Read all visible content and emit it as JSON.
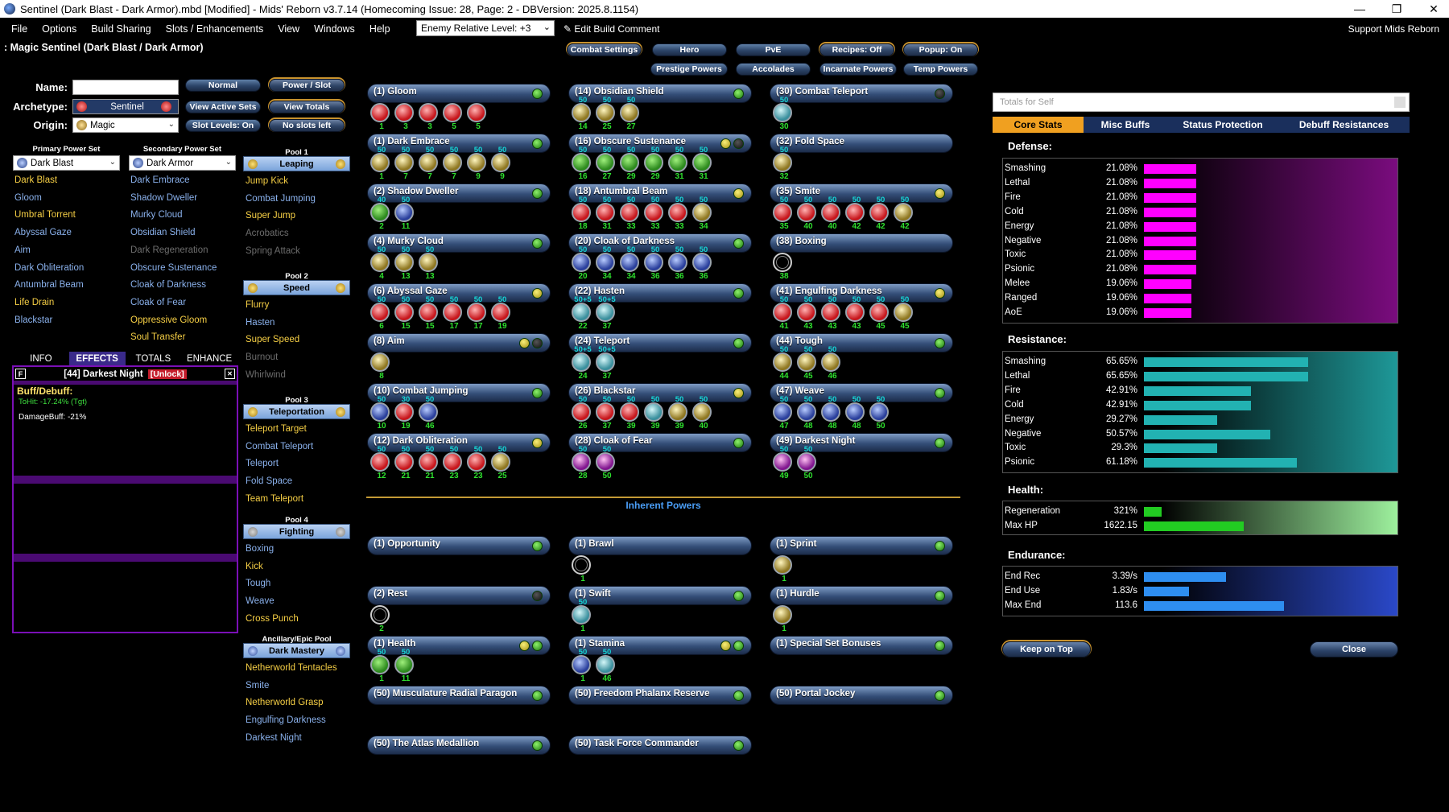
{
  "window": {
    "title": "Sentinel (Dark Blast - Dark Armor).mbd [Modified] - Mids' Reborn v3.7.14  (Homecoming Issue: 28, Page: 2 - DBVersion: 2025.8.1154)",
    "minimize": "—",
    "maximize": "❐",
    "close": "✕"
  },
  "menu": [
    "File",
    "Options",
    "Build Sharing",
    "Slots / Enhancements",
    "View",
    "Windows",
    "Help"
  ],
  "enemy_level": "Enemy Relative Level: +3",
  "edit_comment": "Edit Build Comment",
  "support": "Support Mids Reborn",
  "build_title": ": Magic Sentinel (Dark Blast / Dark Armor)",
  "top_buttons": [
    "Combat Settings",
    "Hero",
    "PvE",
    "Recipes: Off",
    "Popup: On",
    "Prestige Powers",
    "Accolades",
    "Incarnate Powers",
    "Temp Powers"
  ],
  "labels": {
    "name": "Name:",
    "archetype": "Archetype:",
    "origin": "Origin:"
  },
  "archetype": "Sentinel",
  "origin": "Magic",
  "left_buttons": [
    "Normal",
    "Power / Slot",
    "View Active Sets",
    "View Totals",
    "Slot Levels: On",
    "No slots left"
  ],
  "primary_hdr": "Primary Power Set",
  "secondary_hdr": "Secondary Power Set",
  "primary_set": "Dark Blast",
  "secondary_set": "Dark Armor",
  "primary_powers": [
    {
      "n": "Dark Blast",
      "c": "yel"
    },
    {
      "n": "Gloom",
      "c": "blu"
    },
    {
      "n": "Umbral Torrent",
      "c": "yel"
    },
    {
      "n": "Abyssal Gaze",
      "c": "blu"
    },
    {
      "n": "Aim",
      "c": "blu"
    },
    {
      "n": "Dark Obliteration",
      "c": "blu"
    },
    {
      "n": "Antumbral Beam",
      "c": "blu"
    },
    {
      "n": "Life Drain",
      "c": "yel"
    },
    {
      "n": "Blackstar",
      "c": "blu"
    }
  ],
  "secondary_powers": [
    {
      "n": "Dark Embrace",
      "c": "blu"
    },
    {
      "n": "Shadow Dweller",
      "c": "blu"
    },
    {
      "n": "Murky Cloud",
      "c": "blu"
    },
    {
      "n": "Obsidian Shield",
      "c": "blu"
    },
    {
      "n": "Dark Regeneration",
      "c": "gry"
    },
    {
      "n": "Obscure Sustenance",
      "c": "blu"
    },
    {
      "n": "Cloak of Darkness",
      "c": "blu"
    },
    {
      "n": "Cloak of Fear",
      "c": "blu"
    },
    {
      "n": "Oppressive Gloom",
      "c": "yel"
    },
    {
      "n": "Soul Transfer",
      "c": "yel"
    }
  ],
  "pools": [
    {
      "title": "Pool 1",
      "name": "Leaping",
      "style": "",
      "powers": [
        {
          "n": "Jump Kick",
          "c": "yel"
        },
        {
          "n": "Combat Jumping",
          "c": "blu"
        },
        {
          "n": "Super Jump",
          "c": "yel"
        },
        {
          "n": "Acrobatics",
          "c": "gry"
        },
        {
          "n": "Spring Attack",
          "c": "gry"
        }
      ]
    },
    {
      "title": "Pool 2",
      "name": "Speed",
      "style": "",
      "powers": [
        {
          "n": "Flurry",
          "c": "yel"
        },
        {
          "n": "Hasten",
          "c": "blu"
        },
        {
          "n": "Super Speed",
          "c": "yel"
        },
        {
          "n": "Burnout",
          "c": "gry"
        },
        {
          "n": "Whirlwind",
          "c": "gry"
        }
      ]
    },
    {
      "title": "Pool 3",
      "name": "Teleportation",
      "style": "",
      "powers": [
        {
          "n": "Teleport Target",
          "c": "yel"
        },
        {
          "n": "Combat Teleport",
          "c": "blu"
        },
        {
          "n": "Teleport",
          "c": "blu"
        },
        {
          "n": "Fold Space",
          "c": "blu"
        },
        {
          "n": "Team Teleport",
          "c": "yel"
        }
      ]
    },
    {
      "title": "Pool 4",
      "name": "Fighting",
      "style": "grey",
      "powers": [
        {
          "n": "Boxing",
          "c": "blu"
        },
        {
          "n": "Kick",
          "c": "yel"
        },
        {
          "n": "Tough",
          "c": "blu"
        },
        {
          "n": "Weave",
          "c": "blu"
        },
        {
          "n": "Cross Punch",
          "c": "yel"
        }
      ]
    },
    {
      "title": "Ancillary/Epic Pool",
      "name": "Dark Mastery",
      "style": "blue",
      "powers": [
        {
          "n": "Netherworld Tentacles",
          "c": "yel"
        },
        {
          "n": "Smite",
          "c": "blu"
        },
        {
          "n": "Netherworld Grasp",
          "c": "yel"
        },
        {
          "n": "Engulfing Darkness",
          "c": "blu"
        },
        {
          "n": "Darkest Night",
          "c": "blu"
        }
      ]
    }
  ],
  "info_tabs": [
    "INFO",
    "EFFECTS",
    "TOTALS",
    "ENHANCE"
  ],
  "info": {
    "f": "F",
    "power": "[44] Darkest Night",
    "unlock": "[Unlock]",
    "x": "✕",
    "buff_title": "Buff/Debuff:",
    "line1": "ToHit: -17.24% (Tgt)",
    "line2": "DamageBuff: -21%"
  },
  "powers": [
    {
      "n": "(1) Gloom",
      "dots": [
        "g"
      ],
      "enh": [
        [
          "",
          "1",
          "red"
        ],
        [
          "",
          "3",
          "red"
        ],
        [
          "",
          "3",
          "red"
        ],
        [
          "",
          "5",
          "red"
        ],
        [
          "",
          "5",
          "red"
        ]
      ]
    },
    {
      "n": "(14) Obsidian Shield",
      "dots": [
        "g"
      ],
      "enh": [
        [
          "50",
          "14",
          "gold"
        ],
        [
          "50",
          "25",
          "gold"
        ],
        [
          "50",
          "27",
          "gold"
        ]
      ]
    },
    {
      "n": "(30) Combat Teleport",
      "dots": [
        "k"
      ],
      "enh": [
        [
          "50",
          "30",
          "teal"
        ]
      ]
    },
    {
      "n": "(1) Dark Embrace",
      "dots": [
        "g"
      ],
      "enh": [
        [
          "50",
          "1",
          "gold"
        ],
        [
          "50",
          "7",
          "gold"
        ],
        [
          "50",
          "7",
          "gold"
        ],
        [
          "50",
          "7",
          "gold"
        ],
        [
          "50",
          "9",
          "gold"
        ],
        [
          "50",
          "9",
          "gold"
        ]
      ]
    },
    {
      "n": "(16) Obscure Sustenance",
      "dots": [
        "y",
        "k"
      ],
      "enh": [
        [
          "50",
          "16",
          "green"
        ],
        [
          "50",
          "27",
          "green"
        ],
        [
          "50",
          "29",
          "green"
        ],
        [
          "50",
          "29",
          "green"
        ],
        [
          "50",
          "31",
          "green"
        ],
        [
          "50",
          "31",
          "green"
        ]
      ]
    },
    {
      "n": "(32) Fold Space",
      "dots": [],
      "enh": [
        [
          "50",
          "32",
          "gold"
        ]
      ]
    },
    {
      "n": "(2) Shadow Dweller",
      "dots": [
        "g"
      ],
      "enh": [
        [
          "40",
          "2",
          "green"
        ],
        [
          "50",
          "11",
          "blue"
        ]
      ]
    },
    {
      "n": "(18) Antumbral Beam",
      "dots": [
        "y"
      ],
      "enh": [
        [
          "50",
          "18",
          "red"
        ],
        [
          "50",
          "31",
          "red"
        ],
        [
          "50",
          "33",
          "red"
        ],
        [
          "50",
          "33",
          "red"
        ],
        [
          "50",
          "33",
          "red"
        ],
        [
          "50",
          "34",
          "gold"
        ]
      ]
    },
    {
      "n": "(35) Smite",
      "dots": [
        "y"
      ],
      "enh": [
        [
          "50",
          "35",
          "red"
        ],
        [
          "50",
          "40",
          "red"
        ],
        [
          "50",
          "40",
          "red"
        ],
        [
          "50",
          "42",
          "red"
        ],
        [
          "50",
          "42",
          "red"
        ],
        [
          "50",
          "42",
          "gold"
        ]
      ]
    },
    {
      "n": "(4) Murky Cloud",
      "dots": [
        "g"
      ],
      "enh": [
        [
          "50",
          "4",
          "gold"
        ],
        [
          "50",
          "13",
          "gold"
        ],
        [
          "50",
          "13",
          "gold"
        ]
      ]
    },
    {
      "n": "(20) Cloak of Darkness",
      "dots": [
        "g"
      ],
      "enh": [
        [
          "50",
          "20",
          "blue"
        ],
        [
          "50",
          "34",
          "blue"
        ],
        [
          "50",
          "34",
          "blue"
        ],
        [
          "50",
          "36",
          "blue"
        ],
        [
          "50",
          "36",
          "blue"
        ],
        [
          "50",
          "36",
          "blue"
        ]
      ]
    },
    {
      "n": "(38) Boxing",
      "dots": [],
      "enh": [
        [
          "",
          "38",
          "empty"
        ]
      ]
    },
    {
      "n": "(6) Abyssal Gaze",
      "dots": [
        "y"
      ],
      "enh": [
        [
          "50",
          "6",
          "red"
        ],
        [
          "50",
          "15",
          "red"
        ],
        [
          "50",
          "15",
          "red"
        ],
        [
          "50",
          "17",
          "red"
        ],
        [
          "50",
          "17",
          "red"
        ],
        [
          "50",
          "19",
          "red"
        ]
      ]
    },
    {
      "n": "(22) Hasten",
      "dots": [
        "g"
      ],
      "enh": [
        [
          "50+5",
          "22",
          "teal"
        ],
        [
          "50+5",
          "37",
          "teal"
        ]
      ]
    },
    {
      "n": "(41) Engulfing Darkness",
      "dots": [
        "y"
      ],
      "enh": [
        [
          "50",
          "41",
          "red"
        ],
        [
          "50",
          "43",
          "red"
        ],
        [
          "50",
          "43",
          "red"
        ],
        [
          "50",
          "43",
          "red"
        ],
        [
          "50",
          "45",
          "red"
        ],
        [
          "50",
          "45",
          "gold"
        ]
      ]
    },
    {
      "n": "(8) Aim",
      "dots": [
        "y",
        "k"
      ],
      "enh": [
        [
          "",
          "8",
          "gold"
        ]
      ]
    },
    {
      "n": "(24) Teleport",
      "dots": [
        "g"
      ],
      "enh": [
        [
          "50+5",
          "24",
          "teal"
        ],
        [
          "50+5",
          "37",
          "teal"
        ]
      ]
    },
    {
      "n": "(44) Tough",
      "dots": [
        "g"
      ],
      "enh": [
        [
          "50",
          "44",
          "gold"
        ],
        [
          "50",
          "45",
          "gold"
        ],
        [
          "50",
          "46",
          "gold"
        ]
      ]
    },
    {
      "n": "(10) Combat Jumping",
      "dots": [
        "g"
      ],
      "enh": [
        [
          "50",
          "10",
          "blue"
        ],
        [
          "30",
          "19",
          "red"
        ],
        [
          "50",
          "46",
          "blue"
        ]
      ]
    },
    {
      "n": "(26) Blackstar",
      "dots": [
        "y"
      ],
      "enh": [
        [
          "50",
          "26",
          "red"
        ],
        [
          "50",
          "37",
          "red"
        ],
        [
          "50",
          "39",
          "red"
        ],
        [
          "50",
          "39",
          "teal"
        ],
        [
          "50",
          "39",
          "gold"
        ],
        [
          "50",
          "40",
          "gold"
        ]
      ]
    },
    {
      "n": "(47) Weave",
      "dots": [
        "g"
      ],
      "enh": [
        [
          "50",
          "47",
          "blue"
        ],
        [
          "50",
          "48",
          "blue"
        ],
        [
          "50",
          "48",
          "blue"
        ],
        [
          "50",
          "48",
          "blue"
        ],
        [
          "50",
          "50",
          "blue"
        ]
      ]
    },
    {
      "n": "(12) Dark Obliteration",
      "dots": [
        "y"
      ],
      "enh": [
        [
          "50",
          "12",
          "red"
        ],
        [
          "50",
          "21",
          "red"
        ],
        [
          "50",
          "21",
          "red"
        ],
        [
          "50",
          "23",
          "red"
        ],
        [
          "50",
          "23",
          "red"
        ],
        [
          "50",
          "25",
          "gold"
        ]
      ]
    },
    {
      "n": "(28) Cloak of Fear",
      "dots": [
        "g"
      ],
      "enh": [
        [
          "50",
          "28",
          "purple"
        ],
        [
          "50",
          "50",
          "purple"
        ]
      ]
    },
    {
      "n": "(49) Darkest Night",
      "dots": [
        "g"
      ],
      "enh": [
        [
          "50",
          "49",
          "purple"
        ],
        [
          "50",
          "50",
          "purple"
        ]
      ]
    }
  ],
  "inherent_title": "Inherent Powers",
  "inherent": [
    {
      "n": "(1) Opportunity",
      "dots": [
        "g"
      ],
      "enh": []
    },
    {
      "n": "(1) Brawl",
      "dots": [],
      "enh": [
        [
          "",
          "1",
          "empty"
        ]
      ]
    },
    {
      "n": "(1) Sprint",
      "dots": [
        "g"
      ],
      "enh": [
        [
          "",
          "1",
          "gold"
        ]
      ]
    },
    {
      "n": "(2) Rest",
      "dots": [
        "k"
      ],
      "enh": [
        [
          "",
          "2",
          "empty"
        ]
      ]
    },
    {
      "n": "(1) Swift",
      "dots": [
        "g"
      ],
      "enh": [
        [
          "50",
          "1",
          "teal"
        ]
      ]
    },
    {
      "n": "(1) Hurdle",
      "dots": [
        "g"
      ],
      "enh": [
        [
          "",
          "1",
          "gold"
        ]
      ]
    },
    {
      "n": "(1) Health",
      "dots": [
        "y",
        "g"
      ],
      "enh": [
        [
          "50",
          "1",
          "green"
        ],
        [
          "50",
          "11",
          "green"
        ]
      ]
    },
    {
      "n": "(1) Stamina",
      "dots": [
        "y",
        "g"
      ],
      "enh": [
        [
          "50",
          "1",
          "blue"
        ],
        [
          "50",
          "46",
          "teal"
        ]
      ]
    },
    {
      "n": "(1) Special Set Bonuses",
      "dots": [
        "g"
      ],
      "enh": []
    },
    {
      "n": "(50) Musculature Radial Paragon",
      "dots": [
        "g"
      ],
      "enh": []
    },
    {
      "n": "(50) Freedom Phalanx Reserve",
      "dots": [
        "g"
      ],
      "enh": []
    },
    {
      "n": "(50) Portal Jockey",
      "dots": [
        "g"
      ],
      "enh": []
    },
    {
      "n": "(50) The Atlas Medallion",
      "dots": [
        "g"
      ],
      "enh": []
    },
    {
      "n": "(50) Task Force Commander",
      "dots": [
        "g"
      ],
      "enh": []
    }
  ],
  "totals": {
    "window_title": "Totals for Self",
    "tabs": [
      "Core Stats",
      "Misc Buffs",
      "Status Protection",
      "Debuff Resistances"
    ],
    "colors": {
      "defense": "#ff00ff",
      "resistance": "#22b2b2",
      "health": "#22cc22",
      "endurance": "#2e8ef0"
    },
    "defense_title": "Defense:",
    "defense": [
      {
        "n": "Smashing",
        "v": "21.08%",
        "f": 0.211
      },
      {
        "n": "Lethal",
        "v": "21.08%",
        "f": 0.211
      },
      {
        "n": "Fire",
        "v": "21.08%",
        "f": 0.211
      },
      {
        "n": "Cold",
        "v": "21.08%",
        "f": 0.211
      },
      {
        "n": "Energy",
        "v": "21.08%",
        "f": 0.211
      },
      {
        "n": "Negative",
        "v": "21.08%",
        "f": 0.211
      },
      {
        "n": "Toxic",
        "v": "21.08%",
        "f": 0.211
      },
      {
        "n": "Psionic",
        "v": "21.08%",
        "f": 0.211
      },
      {
        "n": "Melee",
        "v": "19.06%",
        "f": 0.191
      },
      {
        "n": "Ranged",
        "v": "19.06%",
        "f": 0.191
      },
      {
        "n": "AoE",
        "v": "19.06%",
        "f": 0.191
      }
    ],
    "resistance_title": "Resistance:",
    "resistance": [
      {
        "n": "Smashing",
        "v": "65.65%",
        "f": 0.6565
      },
      {
        "n": "Lethal",
        "v": "65.65%",
        "f": 0.6565
      },
      {
        "n": "Fire",
        "v": "42.91%",
        "f": 0.4291
      },
      {
        "n": "Cold",
        "v": "42.91%",
        "f": 0.4291
      },
      {
        "n": "Energy",
        "v": "29.27%",
        "f": 0.2927
      },
      {
        "n": "Negative",
        "v": "50.57%",
        "f": 0.5057
      },
      {
        "n": "Toxic",
        "v": "29.3%",
        "f": 0.293
      },
      {
        "n": "Psionic",
        "v": "61.18%",
        "f": 0.6118
      }
    ],
    "health_title": "Health:",
    "health": [
      {
        "n": "Regeneration",
        "v": "321%",
        "f": 0.07
      },
      {
        "n": "Max HP",
        "v": "1622.15",
        "f": 0.4
      }
    ],
    "endurance_title": "Endurance:",
    "endurance": [
      {
        "n": "End Rec",
        "v": "3.39/s",
        "f": 0.33
      },
      {
        "n": "End Use",
        "v": "1.83/s",
        "f": 0.18
      },
      {
        "n": "Max End",
        "v": "113.6",
        "f": 0.56
      }
    ],
    "keep_on_top": "Keep on Top",
    "close": "Close"
  }
}
